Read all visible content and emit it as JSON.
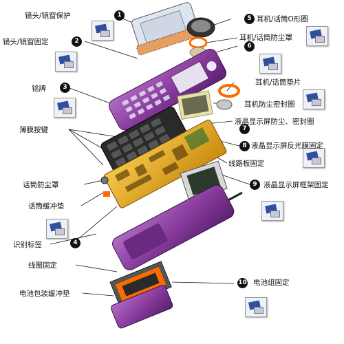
{
  "labels": {
    "l1": "镜头/镜窗保护",
    "l2": "镜头/镜窗固定",
    "l3": "铭牌",
    "l4": "薄膜按键",
    "l5": "耳机/话筒O形圈",
    "l6": "耳机/话筒防尘罩",
    "l7": "耳机/话筒垫片",
    "l8": "耳机防尘密封圈",
    "l9": "液晶显示屏防尘、密封圈",
    "l10": "液晶显示屏反光膜固定",
    "l11": "线路板固定",
    "l12": "话筒防尘罩",
    "l13": "液晶显示屏框架固定",
    "l14": "话筒缓冲垫",
    "l15": "识别标签",
    "l16": "线圈固定",
    "l17": "电池组固定",
    "l18": "电池包装缓冲垫"
  },
  "markers": [
    "1",
    "2",
    "3",
    "4",
    "5",
    "6",
    "7",
    "8",
    "9",
    "10"
  ],
  "colors": {
    "housing": "#8a3d9e",
    "board": "#e0a020",
    "keypad": "#1a1a1a",
    "accent": "#ff6a00"
  }
}
